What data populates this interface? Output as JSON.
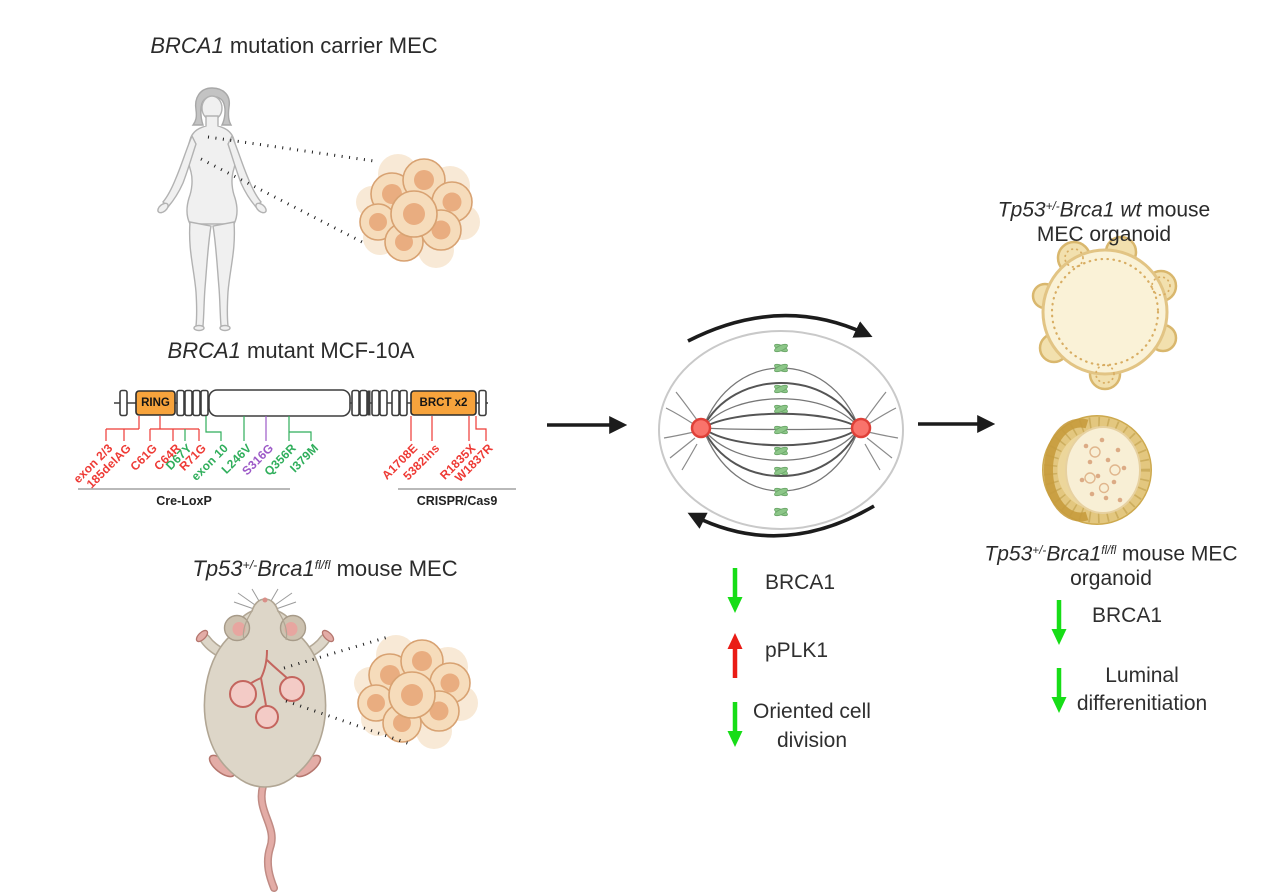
{
  "title_top": {
    "gene": "BRCA1",
    "rest": " mutation carrier MEC"
  },
  "title_mid": {
    "gene": "BRCA1",
    "rest": " mutant MCF-10A"
  },
  "title_mouse": {
    "p1": "Tp53",
    "sup1": "+/-",
    "p2": "Brca1",
    "sup2": "fl/fl",
    "rest": " mouse MEC"
  },
  "gene_map": {
    "domain1": "RING",
    "domain2": "BRCT x2",
    "method1": "Cre-LoxP",
    "method2": "CRISPR/Cas9",
    "mutations": [
      {
        "label": "exon 2/3",
        "color": "red"
      },
      {
        "label": "185delAG",
        "color": "red"
      },
      {
        "label": "C61G",
        "color": "red"
      },
      {
        "label": "C64R",
        "color": "red"
      },
      {
        "label": "D67Y",
        "color": "green"
      },
      {
        "label": "R71G",
        "color": "red"
      },
      {
        "label": "exon 10",
        "color": "green"
      },
      {
        "label": "L246V",
        "color": "green"
      },
      {
        "label": "S316G",
        "color": "purple"
      },
      {
        "label": "Q356R",
        "color": "green"
      },
      {
        "label": "I379M",
        "color": "green"
      },
      {
        "label": "A1708E",
        "color": "red"
      },
      {
        "label": "5382ins",
        "color": "red"
      },
      {
        "label": "R1835X",
        "color": "red"
      },
      {
        "label": "W1837R",
        "color": "red"
      }
    ]
  },
  "center_effects": {
    "e1": {
      "label": "BRCA1",
      "direction": "down",
      "color": "#17dd17"
    },
    "e2": {
      "label": "pPLK1",
      "direction": "up",
      "color": "#ea1c16"
    },
    "e3": {
      "line1": "Oriented cell",
      "line2": "division",
      "direction": "down",
      "color": "#17dd17"
    }
  },
  "organoid_top": {
    "l1p1": "Tp53",
    "l1sup": "+/-",
    "l1p2": "Brca1 wt",
    "l1rest": " mouse",
    "line2": "MEC organoid"
  },
  "organoid_bottom": {
    "l1p1": "Tp53",
    "l1sup": "+/-",
    "l1p2": "Brca1",
    "l1sup2": "fl/fl",
    "l1rest": " mouse MEC",
    "line2": "organoid"
  },
  "right_effects": {
    "e1": {
      "label": "BRCA1",
      "direction": "down",
      "color": "#17dd17"
    },
    "e2": {
      "line1": "Luminal",
      "line2": "differenitiation",
      "direction": "down",
      "color": "#17dd17"
    }
  },
  "icons": {
    "down_arrow": "↓",
    "up_arrow": "↑",
    "flow_arrow": "→",
    "rotation_arrows": "curved clockwise/counterclockwise pair"
  },
  "colors": {
    "mutation_red": "#ee3a35",
    "mutation_green": "#2fae5b",
    "mutation_purple": "#9c59c7",
    "domain_box_orange": "#f7a33c",
    "decrease_green": "#17dd17",
    "increase_red": "#ea1c16",
    "cell_body": "#f6dcbb",
    "cell_nucleus": "#e9ad80",
    "centrosome_red": "#f9736b",
    "chromosome_green": "#8cc688"
  }
}
